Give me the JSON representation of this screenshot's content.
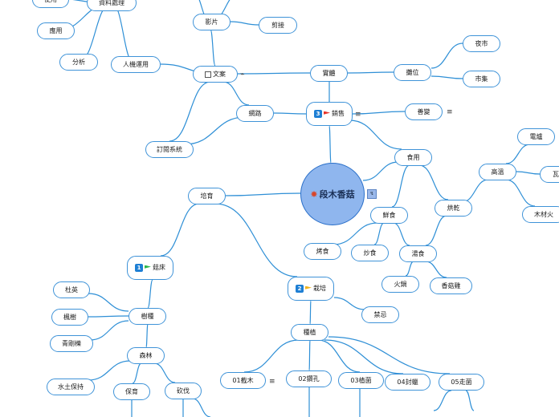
{
  "root": {
    "label": "段木香菇",
    "icon": "bolt-icon"
  },
  "nodes": {
    "n_shiyong_top": "使用",
    "n_ziliao": "資料處理",
    "n_yingyong": "應用",
    "n_fenxi": "分析",
    "n_renji": "人機運用",
    "n_yingpian": "影片",
    "n_jianjie": "剪接",
    "n_wenan": "文案",
    "n_dingyue": "訂閱系統",
    "n_wanglu": "網路",
    "n_shiti": "實體",
    "n_tanwei": "攤位",
    "n_yeshi": "夜市",
    "n_shiji": "市集",
    "n_xiaoshou": "銷售",
    "n_shanbian": "善變",
    "n_shiyong": "食用",
    "n_gaowen": "高溫",
    "n_dianlu": "電爐",
    "n_wa": "瓦",
    "n_mucaihuo": "木材火",
    "n_honggan": "烘乾",
    "n_xianshi": "鮮食",
    "n_kaoshi": "烤食",
    "n_chaoshi": "炒食",
    "n_tangshi": "湯食",
    "n_huoguo": "火鍋",
    "n_xiangguji": "香菇雞",
    "n_peiyu": "培育",
    "n_guchuang": "菇床",
    "n_shuzhong": "樹種",
    "n_duying": "杜英",
    "n_fengshu": "楓樹",
    "n_qinggangli": "青剛櫟",
    "n_senlin": "森林",
    "n_shuitu": "水土保持",
    "n_baoyu": "保育",
    "n_kanfa": "砍伐",
    "n_zaipei": "栽培",
    "n_jinji": "禁忌",
    "n_zhongzhi": "種植",
    "n_s01": "01截木",
    "n_s02": "02鑽孔",
    "n_s03": "03植菌",
    "n_s04": "04封蠟",
    "n_s05": "05走菌"
  },
  "priority_numbers": {
    "xiaoshou": "3",
    "guchuang": "1",
    "zaipei": "2"
  },
  "flag_colors": {
    "xiaoshou": "#e8342a",
    "guchuang": "#2fb64a",
    "zaipei": "#f0b21c"
  },
  "markers": {
    "note_icon": "≡",
    "link_icon": "⌁",
    "badge_icon": "↯"
  },
  "colors": {
    "edge": "#2e8fd6",
    "node_border": "#3f93d8",
    "root_fill": "#8fb6ee"
  }
}
